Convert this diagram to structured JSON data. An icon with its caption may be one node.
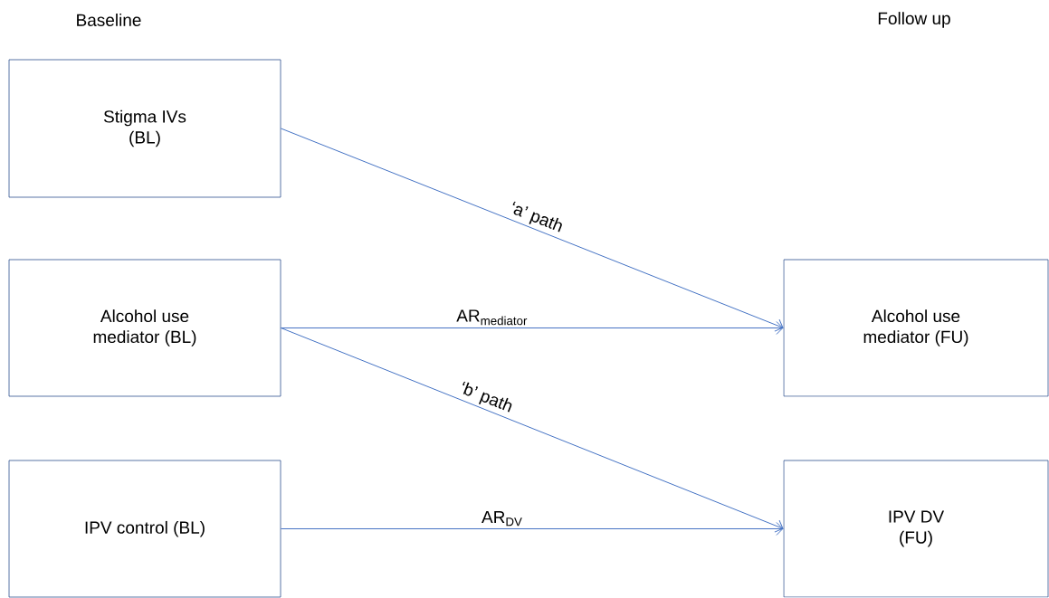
{
  "diagram": {
    "nodes": [
      {
        "text": [
          "Stigma IVs (BL)"
        ]
      },
      {
        "text": [
          "Alcohol use mediator (BL)"
        ]
      },
      {
        "text": [
          "IPV control (BL)"
        ]
      },
      {
        "text": [
          "Alcohol use mediator (FU)"
        ]
      },
      {
        "text": [
          "IPV DV (FU)"
        ]
      }
    ],
    "edges": [
      {
        "from": 0,
        "to": 3,
        "arrow": "to",
        "label": "‘a’ path"
      },
      {
        "from": 1,
        "to": 3,
        "arrow": "to",
        "label": "AR$_{mediator}$"
      },
      {
        "from": 1,
        "to": 4,
        "arrow": "to",
        "label": "‘b’ path"
      },
      {
        "from": 2,
        "to": 4,
        "arrow": "to",
        "label": "AR$_{DV}$"
      }
    ],
    "labels": [
      "Baseline",
      "Follow up"
    ]
  }
}
